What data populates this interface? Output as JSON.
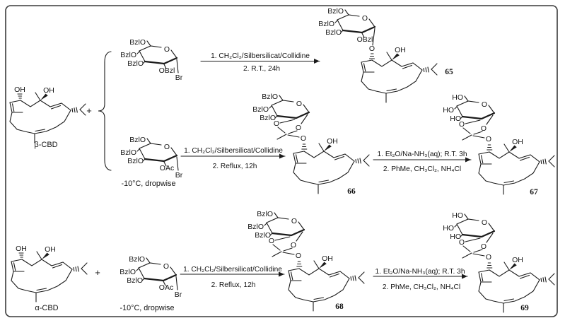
{
  "frame": {
    "background": "#ffffff",
    "border_color": "#3a3a3a"
  },
  "reactants": {
    "beta": {
      "name": "β-CBD",
      "oh1": "OH",
      "oh2": "OH",
      "plus": "+"
    },
    "alpha": {
      "name": "α-CBD",
      "oh1": "OH",
      "oh2": "OH",
      "plus": "+"
    }
  },
  "donors": {
    "d1": {
      "top": "BzlO",
      "mid": "BzlO",
      "low": "BzlO",
      "ring_o": "O",
      "c2": "OBzl",
      "anomeric": "Br"
    },
    "d2": {
      "top": "BzlO",
      "mid": "BzlO",
      "low": "BzlO",
      "ring_o": "O",
      "c2": "OAc",
      "anomeric": "Br",
      "note": "-10°C, dropwise"
    },
    "d3": {
      "top": "BzlO",
      "mid": "BzlO",
      "low": "BzlO",
      "ring_o": "O",
      "c2": "OAc",
      "anomeric": "Br",
      "note": "-10°C, dropwise"
    }
  },
  "conditions": {
    "a1": {
      "l1": "1. CH₂Cl₂/Silbersilicat/Collidine",
      "l2": "2. R.T., 24h"
    },
    "a2": {
      "l1": "1. CH₂Cl₂/Silbersilicat/Collidine",
      "l2": "2. Reflux, 12h"
    },
    "a3": {
      "l1": "1. Et₂O/Na-NH₃(aq); R.T. 3h",
      "l2": "2. PhMe, CH₃Cl₂, NH₄Cl"
    },
    "a4": {
      "l1": "1. CH₂Cl₂/Silbersilicat/Collidine",
      "l2": "2. Reflux, 12h"
    },
    "a5": {
      "l1": "1. Et₂O/Na-NH₃(aq); R.T. 3h",
      "l2": "2. PhMe, CH₃Cl₂, NH₄Cl"
    }
  },
  "products": {
    "p65": {
      "num": "65",
      "top": "BzlO",
      "mid": "BzlO",
      "low": "BzlO",
      "ring_o": "O",
      "c2": "OBzl",
      "link_o": "O",
      "oh": "OH"
    },
    "p66": {
      "num": "66",
      "top": "BzlO",
      "mid": "BzlO",
      "low": "BzlO",
      "ring_o": "O",
      "o1": "O",
      "o2": "O",
      "link_o": "O",
      "oh": "OH"
    },
    "p67": {
      "num": "67",
      "top": "HO",
      "mid": "HO",
      "low": "HO",
      "ring_o": "O",
      "o1": "O",
      "o2": "O",
      "link_o": "O",
      "oh": "OH"
    },
    "p68": {
      "num": "68",
      "top": "BzlO",
      "mid": "BzlO",
      "low": "BzlO",
      "ring_o": "O",
      "o1": "O",
      "o2": "O",
      "link_o": "O",
      "oh": "OH"
    },
    "p69": {
      "num": "69",
      "top": "HO",
      "mid": "HO",
      "low": "HO",
      "ring_o": "O",
      "o1": "O",
      "o2": "O",
      "link_o": "O",
      "oh": "OH"
    }
  }
}
